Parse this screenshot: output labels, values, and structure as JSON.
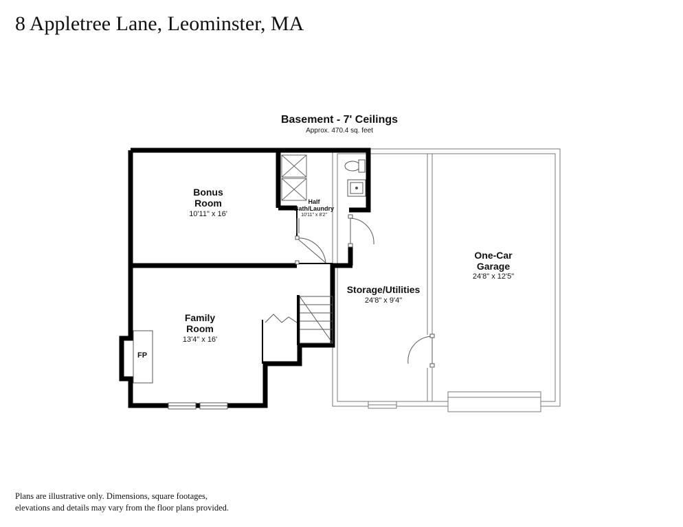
{
  "header": {
    "address": "8 Appletree Lane, Leominster, MA"
  },
  "floor": {
    "title": "Basement - 7' Ceilings",
    "area": "Approx. 470.4 sq. feet"
  },
  "rooms": {
    "bonus": {
      "name_line1": "Bonus",
      "name_line2": "Room",
      "dims": "10'11\" x 16'"
    },
    "half_bath": {
      "name_line1": "Half",
      "name_line2": "Bath/Laundry",
      "dims": "10'11\" x 8'2\""
    },
    "family": {
      "name_line1": "Family",
      "name_line2": "Room",
      "dims": "13'4\" x 16'"
    },
    "fireplace": {
      "label": "FP"
    },
    "storage": {
      "name": "Storage/Utilities",
      "dims": "24'8\" x 9'4\""
    },
    "garage": {
      "name_line1": "One-Car",
      "name_line2": "Garage",
      "dims": "24'8\" x 12'5\""
    }
  },
  "footer": {
    "disclaimer_line1": "Plans are illustrative only. Dimensions, square footages,",
    "disclaimer_line2": "elevations and details may vary from the floor plans provided."
  }
}
